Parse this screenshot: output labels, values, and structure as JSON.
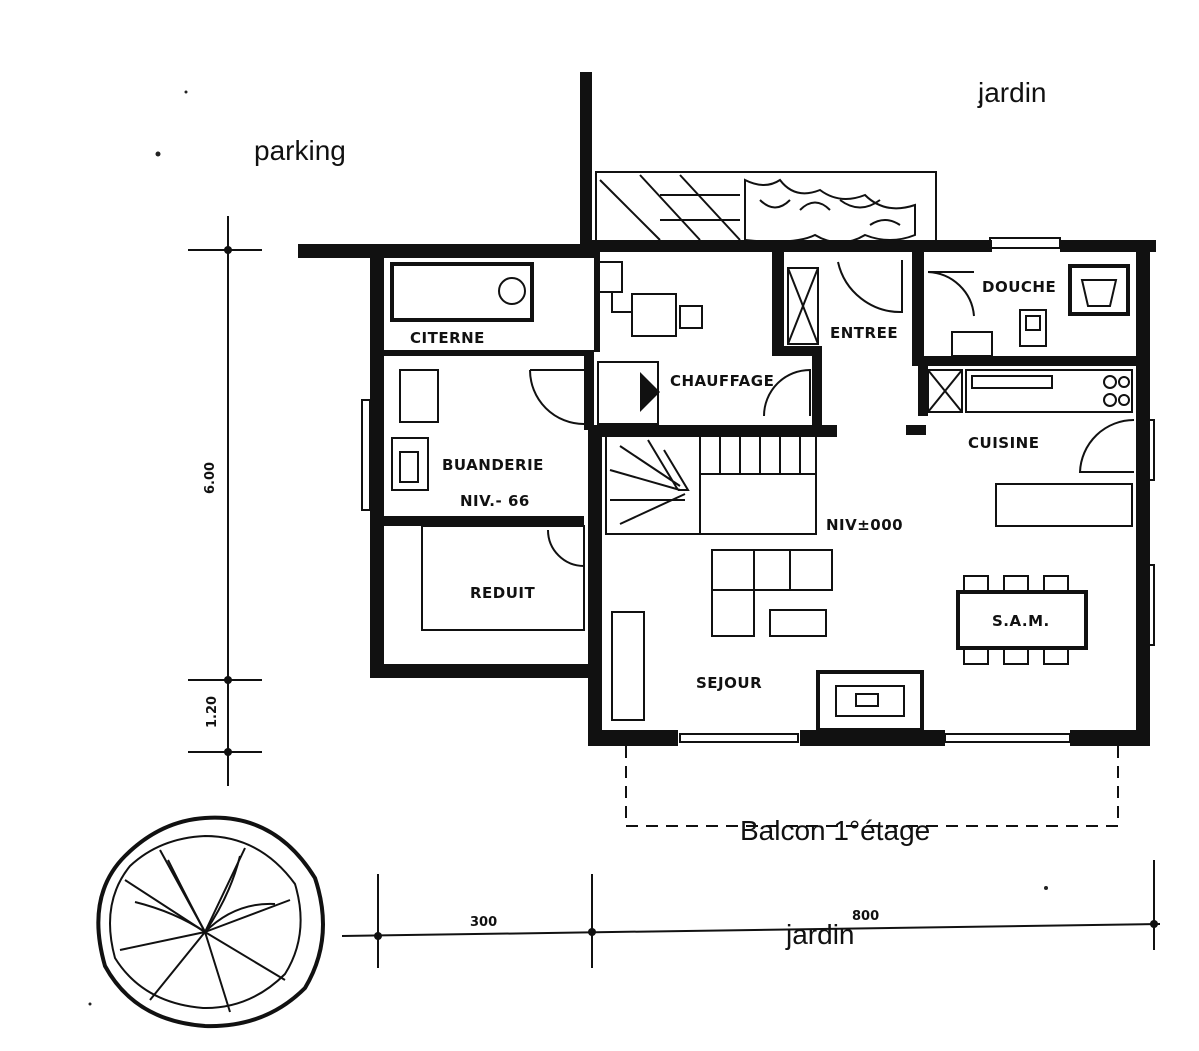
{
  "annotations": {
    "parking": "parking",
    "jardin_top": "jardin",
    "balcon": "Balcon 1°étage",
    "jardin_bottom": "jardin"
  },
  "rooms": {
    "citerne": "CITERNE",
    "chauffage": "CHAUFFAGE",
    "entree": "ENTREE",
    "douche": "DOUCHE",
    "cuisine": "CUISINE",
    "buanderie": "BUANDERIE",
    "niv_66": "NIV.- 66",
    "reduit": "REDUIT",
    "niv_000": "NIV±000",
    "sam": "S.A.M.",
    "sejour": "SEJOUR"
  },
  "dimensions": {
    "left_height": "6.00",
    "left_small": "1.20",
    "bottom_left": "300",
    "bottom_right": "800"
  }
}
